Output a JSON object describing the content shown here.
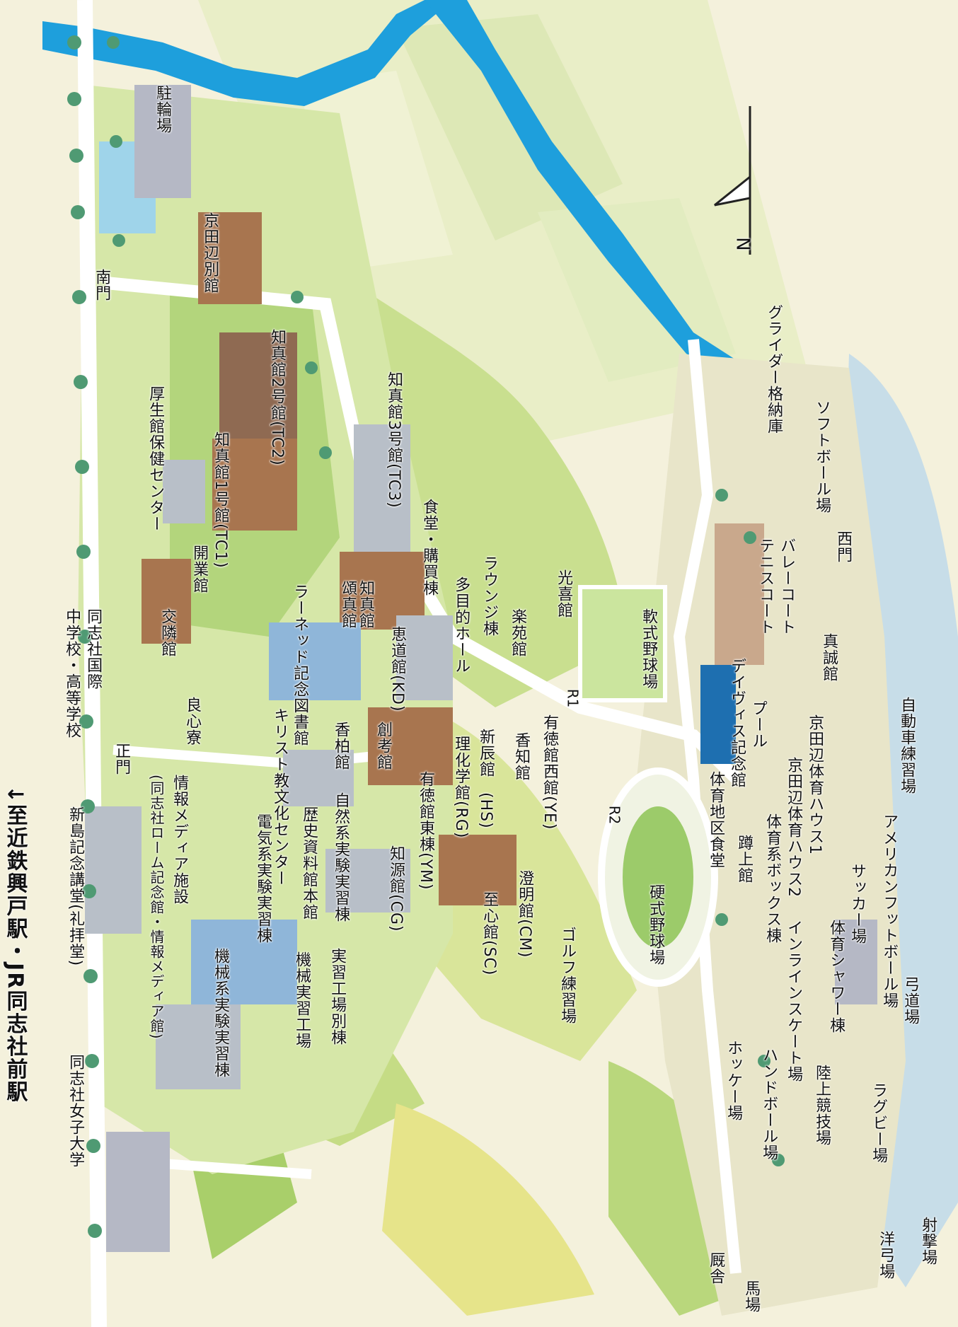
{
  "compass": {
    "label": "N",
    "icon": "north-arrow-icon"
  },
  "colors": {
    "river": "#1e9fdc",
    "field": "#dfe8b9",
    "grass": "#b9d77c",
    "grass_dark": "#8dbf5a",
    "hill_yellow": "#e6e48a",
    "road": "#ffffff",
    "building_brown": "#a8754f",
    "building_gray": "#b8bfc8",
    "building_blue": "#8fb6d9",
    "tree": "#4f9a73"
  },
  "labels": {
    "churinjo": "駐輪場",
    "kyotanabe_bekkan": "京田辺別館",
    "nanmon": "南門",
    "kosei_kan": "厚生館保健センター",
    "chishin_2": "知真館2号館(TC2)",
    "chishin_1": "知真館1号館(TC1)",
    "chishin_3": "知真館3号館(TC3)",
    "chishin_kan": "知真館",
    "shokudo": "食堂・購買棟",
    "lounge": "ラウンジ棟",
    "tamokuteki": "多目的ホール",
    "kokagekan": "光喜館",
    "rakuenkan": "楽苑館",
    "r1": "R1",
    "r2": "R2",
    "sofuto_yakyujo": "軟式野球場",
    "glider": "グライダー格納庫",
    "softball": "ソフトボール場",
    "nishimon": "西門",
    "volley": "バレーコート",
    "tennis": "テニスコート",
    "shinseikan": "真誠館",
    "davis": "デイヴィス記念館",
    "pool": "プール",
    "kyotanabe_gym_house1": "京田辺体育ハウス1",
    "kyotanabe_gym_house2": "京田辺体育ハウス2",
    "taiiku_shokudo": "体育地区食堂",
    "jidosha": "自動車練習場",
    "american_football": "アメリカンフットボール場",
    "soccer": "サッカー場",
    "taiiku_box": "体育系ボックス棟",
    "inline": "インラインスケート場",
    "taiiku_shower": "体育シャワー棟",
    "sojokan": "蹲上館",
    "kokoshiki_yakyujo": "硬式野球場",
    "kyudojo": "弓道場",
    "rugby": "ラグビー場",
    "rikujo": "陸上競技場",
    "handball": "ハンドボール場",
    "hockey": "ホッケー場",
    "shagekijo": "射撃場",
    "yokyujo": "洋弓場",
    "kyusha": "厩舎",
    "bajo": "馬場",
    "golf": "ゴルフ練習場",
    "shishinkan": "至心館(SC)",
    "chomeikan": "澄明館(CM)",
    "chigenkan": "知源館(CG)",
    "yutoku_west": "有徳館西館(YE)",
    "yutoku_east": "有徳館東棟(YM)",
    "kochikan": "香知館",
    "shinshinkan": "新辰館",
    "rikagaku": "理化学館(RG)",
    "hs_label": "(HS)",
    "keidokan": "恵道館(KD)",
    "sokokan": "創考館",
    "kohakukan": "香柏館",
    "shizen_jikken": "自然系実験実習棟",
    "jisshu_kojo_bekkan": "実習工場別棟",
    "kikai_jisshu_kojo": "機械実習工場",
    "rekishi_shiryokan": "歴史資料館本館",
    "denki_jikken": "電気系実験実習棟",
    "kikai_jikken": "機械系実験実習棟",
    "learner": "ラーネッド記念図書館",
    "christian_center": "キリスト教文化センター",
    "iwakan": "頌真館",
    "kaigyokan": "開業館",
    "koyukan": "交隣館",
    "ryoshinryo": "良心寮",
    "seimon": "正門",
    "johomedia": "情報メディア施設",
    "johomedia_sub": "(同志社ローム記念館・情報メディア館)",
    "kokusai_school": "同志社国際",
    "kokusai_school_sub": "中学校・高等学校",
    "shinshima_kinen": "新島記念講堂(礼拝堂)",
    "joshi_daigaku": "同志社女子大学",
    "station": "至近鉄興戸駅・JR同志社前駅"
  }
}
